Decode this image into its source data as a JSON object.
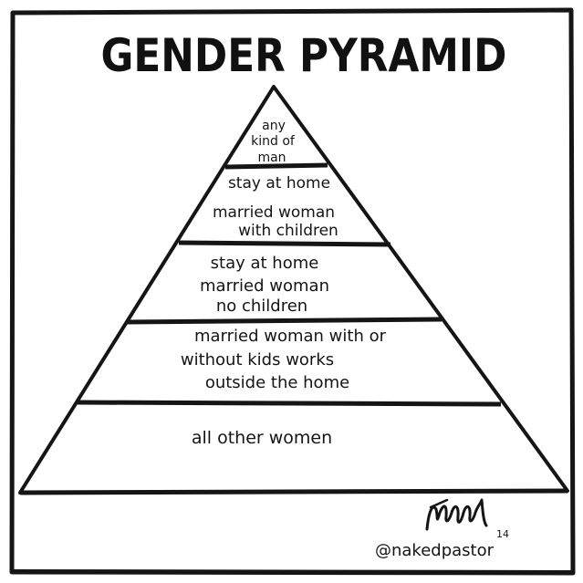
{
  "title": "GENDER PYRAMID",
  "tiers": [
    {
      "lines": [
        "any",
        "kind of",
        "man"
      ]
    },
    {
      "lines": [
        "stay at home",
        "married woman",
        "with children"
      ]
    },
    {
      "lines": [
        "stay at home",
        "married woman",
        "no children"
      ]
    },
    {
      "lines": [
        "married woman with or",
        "without kids works",
        "outside the home"
      ]
    },
    {
      "lines": [
        "all other women"
      ]
    }
  ],
  "signature": "Hayward",
  "signature_year": "14",
  "credit": "@nakedpastor",
  "colors": {
    "ink": "#151515",
    "paper": "#ffffff"
  }
}
